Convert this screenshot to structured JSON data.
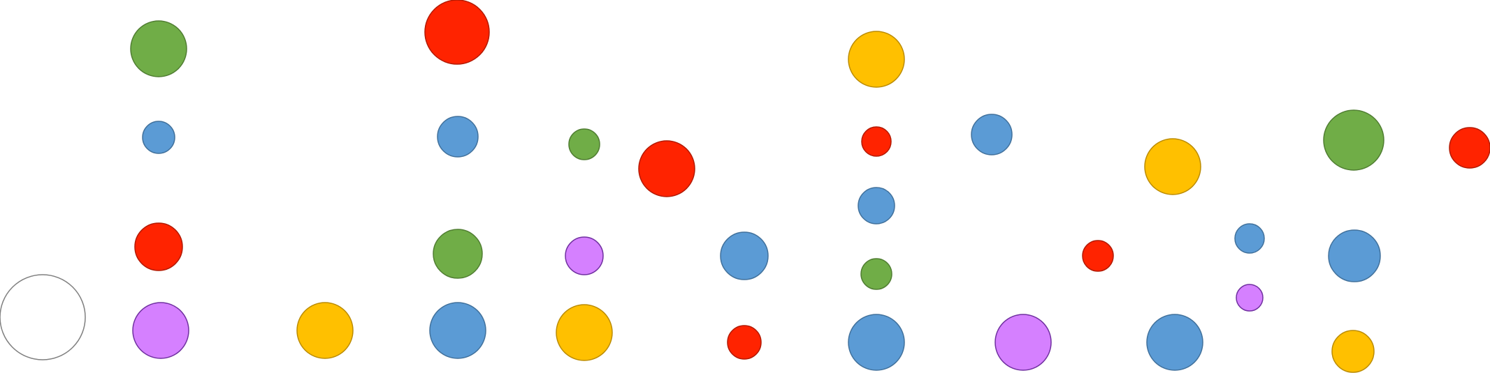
{
  "diagram": {
    "description_visible_text": "",
    "colors": {
      "green": "#70AD47",
      "green_stroke": "#507E32",
      "red": "#FF2300",
      "red_stroke": "#B31900",
      "blue": "#5B9BD5",
      "blue_stroke": "#41719C",
      "yellow": "#FFC000",
      "yellow_stroke": "#BC8C00",
      "purple": "#D580FF",
      "purple_stroke": "#7030A0",
      "white": "#FFFFFF",
      "white_stroke": "#7F7F7F"
    },
    "nodes": [
      {
        "id": "root",
        "color": "white"
      },
      {
        "id": "c1-green",
        "color": "green"
      },
      {
        "id": "c1-blue",
        "color": "blue"
      },
      {
        "id": "c1-red",
        "color": "red"
      },
      {
        "id": "c1-purple",
        "color": "purple"
      },
      {
        "id": "c2-yellow",
        "color": "yellow"
      },
      {
        "id": "c3-red",
        "color": "red"
      },
      {
        "id": "c3-blue-a",
        "color": "blue"
      },
      {
        "id": "c3-green",
        "color": "green"
      },
      {
        "id": "c3-blue-b",
        "color": "blue"
      },
      {
        "id": "c4-green",
        "color": "green"
      },
      {
        "id": "c4-purple",
        "color": "purple"
      },
      {
        "id": "c4-yellow",
        "color": "yellow"
      },
      {
        "id": "c5-red-large",
        "color": "red"
      },
      {
        "id": "c6-blue",
        "color": "blue"
      },
      {
        "id": "c6-red",
        "color": "red"
      },
      {
        "id": "c7-yellow",
        "color": "yellow"
      },
      {
        "id": "c7-red",
        "color": "red"
      },
      {
        "id": "c7-blue-a",
        "color": "blue"
      },
      {
        "id": "c7-green",
        "color": "green"
      },
      {
        "id": "c7-blue-b",
        "color": "blue"
      },
      {
        "id": "c8-blue",
        "color": "blue"
      },
      {
        "id": "c8-purple",
        "color": "purple"
      },
      {
        "id": "c9-red",
        "color": "red"
      },
      {
        "id": "c10-yellow",
        "color": "yellow"
      },
      {
        "id": "c10-blue",
        "color": "blue"
      },
      {
        "id": "c11-blue",
        "color": "blue"
      },
      {
        "id": "c11-purple",
        "color": "purple"
      },
      {
        "id": "c12-green",
        "color": "green"
      },
      {
        "id": "c12-blue",
        "color": "blue"
      },
      {
        "id": "c12-yellow",
        "color": "yellow"
      },
      {
        "id": "c13-red",
        "color": "red"
      }
    ]
  }
}
